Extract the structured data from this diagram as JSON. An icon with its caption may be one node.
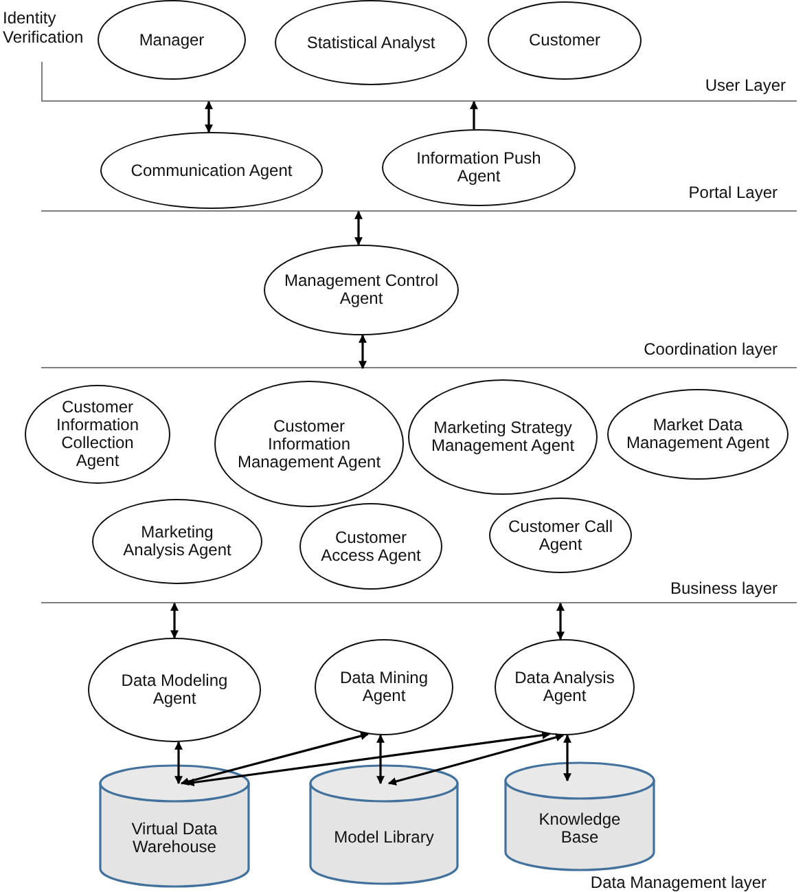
{
  "diagram": {
    "nodes": [
      {
        "text": [
          "User Layer"
        ]
      },
      {
        "text": [
          "Manager"
        ],
        "in": 0
      },
      {
        "text": [
          "Statistical Analyst"
        ],
        "in": 0
      },
      {
        "text": [
          "Customer"
        ],
        "in": 0
      },
      {
        "text": [
          "Portal Layer"
        ]
      },
      {
        "text": [
          "Communication Agent"
        ],
        "in": 4
      },
      {
        "text": [
          "Information Push Agent"
        ],
        "in": 4
      },
      {
        "text": [
          "Coordination layer"
        ]
      },
      {
        "text": [
          "Management Control Agent"
        ],
        "in": 7
      },
      {
        "text": [
          "Business layer"
        ]
      },
      {
        "text": [
          "Customer Information Collection Agent"
        ],
        "in": 9
      },
      {
        "text": [
          "Customer Information Management Agent"
        ],
        "in": 9
      },
      {
        "text": [
          "Marketing Strategy Management Agent"
        ],
        "in": 9
      },
      {
        "text": [
          "Market Data Management Agent"
        ],
        "in": 9
      },
      {
        "text": [
          "Marketing Analysis Agent"
        ],
        "in": 9
      },
      {
        "text": [
          "Customer Access Agent"
        ],
        "in": 9
      },
      {
        "text": [
          "Customer Call Agent"
        ],
        "in": 9
      },
      {
        "text": [
          "Data Management layer"
        ]
      },
      {
        "text": [
          "Data Modeling Agent"
        ],
        "in": 17
      },
      {
        "text": [
          "Data Mining Agent"
        ],
        "in": 17
      },
      {
        "text": [
          "Data Analysis Agent"
        ],
        "in": 17
      },
      {
        "text": [
          "Virtual Data Warehouse"
        ],
        "in": 17
      },
      {
        "text": [
          "Model Library"
        ],
        "in": 17
      },
      {
        "text": [
          "Knowledge Base"
        ],
        "in": 17
      }
    ],
    "edges": [
      {
        "from": 5,
        "to": 0,
        "arrow": "both"
      },
      {
        "from": 6,
        "to": 0,
        "arrow": "to"
      },
      {
        "from": 8,
        "to": 4,
        "arrow": "both"
      },
      {
        "from": 8,
        "to": 9,
        "arrow": "both"
      },
      {
        "from": 18,
        "to": 9,
        "arrow": "both"
      },
      {
        "from": 20,
        "to": 9,
        "arrow": "both"
      },
      {
        "from": 18,
        "to": 21,
        "arrow": "both"
      },
      {
        "from": 19,
        "to": 22,
        "arrow": "both"
      },
      {
        "from": 20,
        "to": 23,
        "arrow": "both"
      },
      {
        "from": 21,
        "to": 19,
        "arrow": "both"
      },
      {
        "from": 21,
        "to": 20,
        "arrow": "both"
      },
      {
        "from": 22,
        "to": 20,
        "arrow": "both"
      }
    ],
    "labels": [
      "Identity Verification"
    ]
  }
}
